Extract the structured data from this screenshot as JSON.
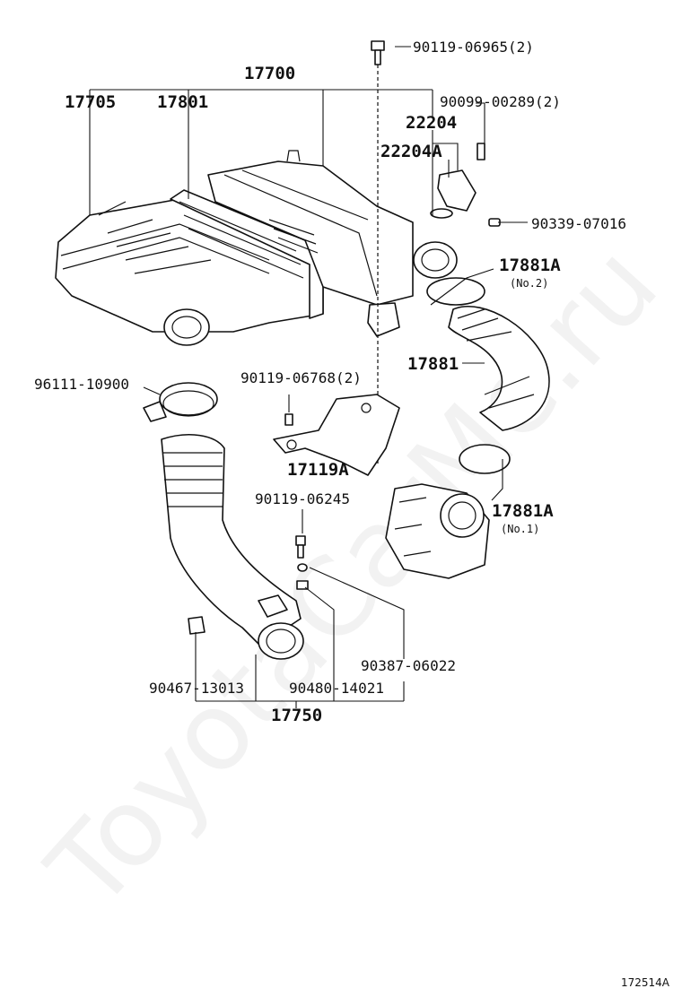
{
  "watermark": "ToyotaCarMe.ru",
  "figure_id": "172514A",
  "labels": {
    "bolt_top": "90119-06965(2)",
    "air_cleaner_assy": "17700",
    "case_sub_assy": "17705",
    "element": "17801",
    "screw_sensor": "90099-00289(2)",
    "meter_assy": "22204",
    "meter_sub": "22204A",
    "plug": "90339-07016",
    "clamp_no2": "17881A",
    "clamp_no2_note": "(No.2)",
    "hose": "17881",
    "bolt_bracket": "90119-06768(2)",
    "clamp_left": "96111-10900",
    "bracket": "17119A",
    "bolt_mid": "90119-06245",
    "clamp_no1": "17881A",
    "clamp_no1_note": "(No.1)",
    "collar": "90387-06022",
    "clip": "90467-13013",
    "grommet": "90480-14021",
    "intake_assy": "17750"
  },
  "colors": {
    "ink": "#111111",
    "paper": "#ffffff",
    "watermark": "#bdbdbd"
  }
}
